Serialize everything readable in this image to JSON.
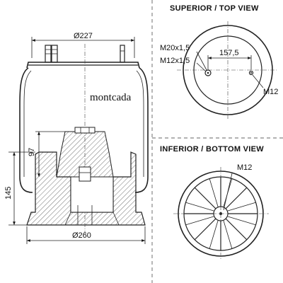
{
  "brand": "montcada",
  "views": {
    "top_title": "SUPERIOR / TOP VIEW",
    "bottom_title": "INFERIOR / BOTTOM VIEW"
  },
  "dimensions": {
    "top_diameter": "Ø227",
    "bottom_diameter": "Ø260",
    "piston_height": "97",
    "overall_height": "145",
    "bolt_spacing": "157,5"
  },
  "threads": {
    "air_inlet": "M20x1,5",
    "air_inlet_secondary": "M12x1,5",
    "top_stud": "M12",
    "bottom_stud": "M12"
  }
}
